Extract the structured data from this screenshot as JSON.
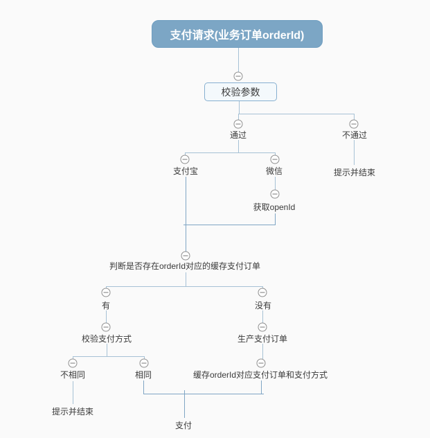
{
  "page": {
    "background": "#FAFAFA"
  },
  "diagram": {
    "type": "mindmap-flowchart",
    "root": {
      "label": "支付请求(业务订单orderId)"
    },
    "nodes": {
      "check_params": {
        "label": "校验参数"
      },
      "pass": {
        "label": "通过"
      },
      "fail": {
        "label": "不通过"
      },
      "fail_end": {
        "label": "提示并结束"
      },
      "alipay": {
        "label": "支付宝"
      },
      "wechat": {
        "label": "微信"
      },
      "get_openid": {
        "label": "获取openId"
      },
      "check_cached_order": {
        "label": "判断是否存在orderId对应的缓存支付订单"
      },
      "exists": {
        "label": "有"
      },
      "not_exists": {
        "label": "没有"
      },
      "verify_pay_method": {
        "label": "校验支付方式"
      },
      "create_pay_order": {
        "label": "生产支付订单"
      },
      "different": {
        "label": "不相同"
      },
      "same": {
        "label": "相同"
      },
      "cache_pay_order": {
        "label": "缓存orderId对应支付订单和支付方式"
      },
      "different_end": {
        "label": "提示并结束"
      },
      "pay": {
        "label": "支付"
      }
    },
    "edges": [
      [
        "root",
        "check_params"
      ],
      [
        "check_params",
        "pass"
      ],
      [
        "check_params",
        "fail"
      ],
      [
        "fail",
        "fail_end"
      ],
      [
        "pass",
        "alipay"
      ],
      [
        "pass",
        "wechat"
      ],
      [
        "wechat",
        "get_openid"
      ],
      [
        "alipay",
        "check_cached_order"
      ],
      [
        "get_openid",
        "check_cached_order"
      ],
      [
        "check_cached_order",
        "exists"
      ],
      [
        "check_cached_order",
        "not_exists"
      ],
      [
        "exists",
        "verify_pay_method"
      ],
      [
        "not_exists",
        "create_pay_order"
      ],
      [
        "verify_pay_method",
        "different"
      ],
      [
        "verify_pay_method",
        "same"
      ],
      [
        "different",
        "different_end"
      ],
      [
        "create_pay_order",
        "cache_pay_order"
      ],
      [
        "same",
        "pay"
      ],
      [
        "cache_pay_order",
        "pay"
      ]
    ],
    "colors": {
      "root_fill": "#7CA6C5",
      "root_border": "#6E9DC0",
      "root_text": "#FFFFFF",
      "topic_fill": "#F4F9FC",
      "topic_border": "#86AFD0",
      "line": "#A6C1D5",
      "merge_line": "#7FA5C4",
      "collapse_icon_border": "#8F8F8F",
      "text": "#3A3A3A"
    },
    "icons": {
      "collapse": "minus-circle"
    }
  }
}
